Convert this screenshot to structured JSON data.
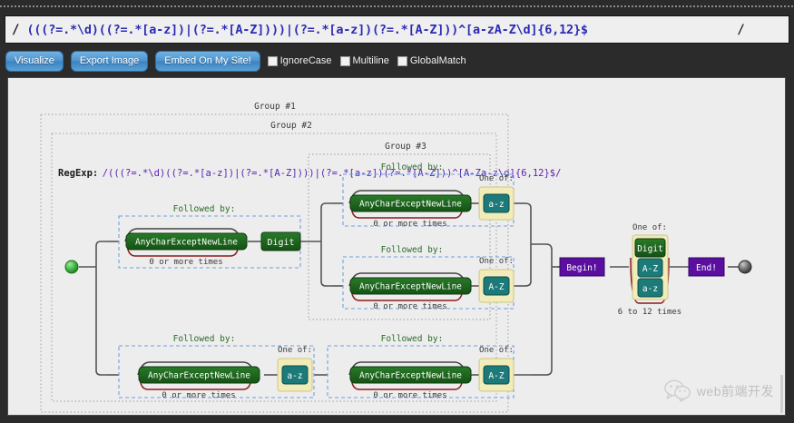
{
  "window": {
    "background_color": "#2b2b2b",
    "panel_color": "#ededed"
  },
  "regex_input": {
    "slash_left": "/",
    "value": "(((?=.*\\d)((?=.*[a-z])|(?=.*[A-Z])))|(?=.*[a-z])(?=.*[A-Z]))^[a-zA-Z\\d]{6,12}$",
    "slash_right": "/",
    "text_color": "#2b2bb5"
  },
  "toolbar": {
    "buttons": [
      {
        "label": "Visualize",
        "name": "visualize-button"
      },
      {
        "label": "Export Image",
        "name": "export-image-button"
      },
      {
        "label": "Embed On My Site!",
        "name": "embed-button"
      }
    ],
    "button_color": "#4f93cc",
    "checkboxes": [
      {
        "label": "IgnoreCase",
        "checked": false
      },
      {
        "label": "Multiline",
        "checked": false
      },
      {
        "label": "GlobalMatch",
        "checked": false
      }
    ]
  },
  "diagram": {
    "regexp_label": "RegExp:",
    "regexp_value": "/(((?=.*\\d)((?=.*[a-z])|(?=.*[A-Z])))|(?=.*[a-z])(?=.*[A-Z]))^[A-Za-z\\d]{6,12}$/",
    "groups": [
      {
        "label": "Group #1"
      },
      {
        "label": "Group #2"
      },
      {
        "label": "Group #3"
      }
    ],
    "labels": {
      "followed_by": "Followed by:",
      "one_of": "One of:",
      "zero_or_more": "0 or more times",
      "six_to_twelve": "6 to 12 times"
    },
    "nodes": {
      "any_char": "AnyCharExceptNewLine",
      "digit": "Digit",
      "lower_range": "a-z",
      "upper_range": "A-Z",
      "begin": "Begin!",
      "end": "End!"
    },
    "colors": {
      "literal_green": "#1b5e20",
      "digit_green": "#2e7d32",
      "charclass_teal": "#1c7a79",
      "oneof_bg": "#f2ecb8",
      "anchor_purple": "#5a0fa0",
      "group_border": "#9a9a9a",
      "lookahead_border": "#6f9fe0",
      "loop_red": "#8b1a1a",
      "connector": "#555555",
      "start_node": "#3fae3f",
      "end_node": "#5a5a5a"
    }
  },
  "watermark": {
    "text": "web前端开发",
    "icon": "wechat-icon"
  }
}
